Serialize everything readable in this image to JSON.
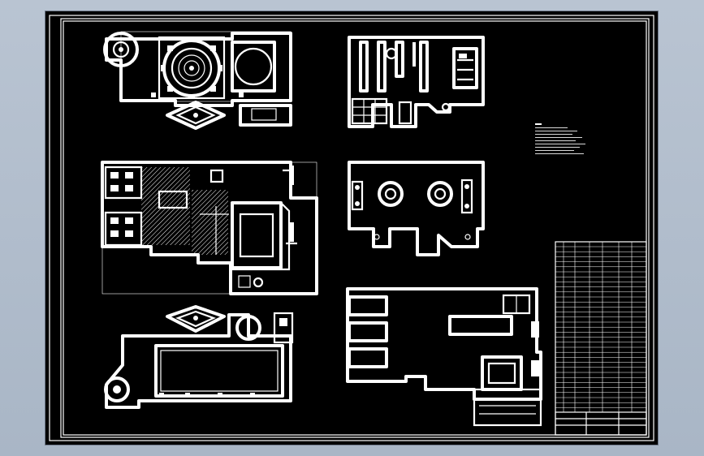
{
  "drawing": {
    "background": "#000000",
    "line_color": "#ffffff",
    "surround": "#aab6c6"
  },
  "icons": [
    "drawing-sheet",
    "technical-notes",
    "title-block"
  ]
}
